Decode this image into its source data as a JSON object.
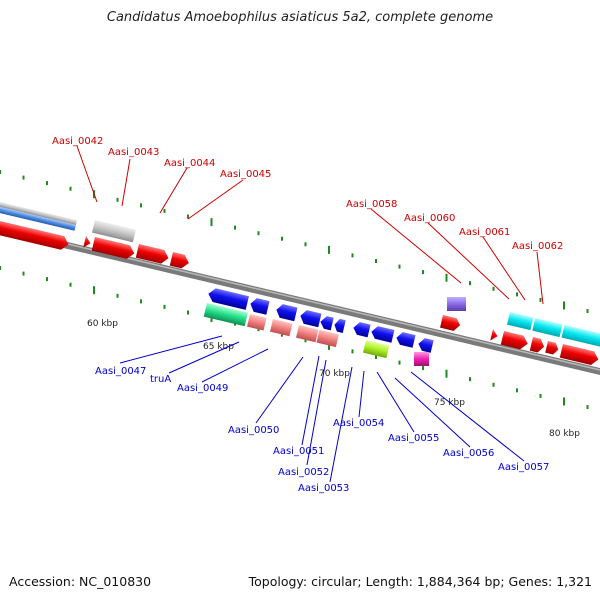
{
  "title": "Candidatus Amoebophilus asiaticus 5a2, complete genome",
  "footer": {
    "accession": "Accession: NC_010830",
    "topology": "Topology: circular; Length: 1,884,364 bp; Genes: 1,321"
  },
  "colors": {
    "upper_labels": "#cc0000",
    "lower_labels": "#0000cc",
    "backbone": "#7a7a7a"
  },
  "scale_labels": [
    {
      "text": "60 kbp",
      "kbp": 60
    },
    {
      "text": "65 kbp",
      "kbp": 65
    },
    {
      "text": "70 kbp",
      "kbp": 70
    },
    {
      "text": "75 kbp",
      "kbp": 75
    },
    {
      "text": "80 kbp",
      "kbp": 80
    }
  ],
  "upper_genes": [
    {
      "label": "Aasi_0042"
    },
    {
      "label": "Aasi_0043"
    },
    {
      "label": "Aasi_0044"
    },
    {
      "label": "Aasi_0045"
    },
    {
      "label": "Aasi_0058"
    },
    {
      "label": "Aasi_0060"
    },
    {
      "label": "Aasi_0061"
    },
    {
      "label": "Aasi_0062"
    }
  ],
  "lower_genes": [
    {
      "label": "Aasi_0047"
    },
    {
      "label": "truA"
    },
    {
      "label": "Aasi_0049"
    },
    {
      "label": "Aasi_0050"
    },
    {
      "label": "Aasi_0051"
    },
    {
      "label": "Aasi_0052"
    },
    {
      "label": "Aasi_0053"
    },
    {
      "label": "Aasi_0054"
    },
    {
      "label": "Aasi_0055"
    },
    {
      "label": "Aasi_0056"
    },
    {
      "label": "Aasi_0057"
    }
  ]
}
